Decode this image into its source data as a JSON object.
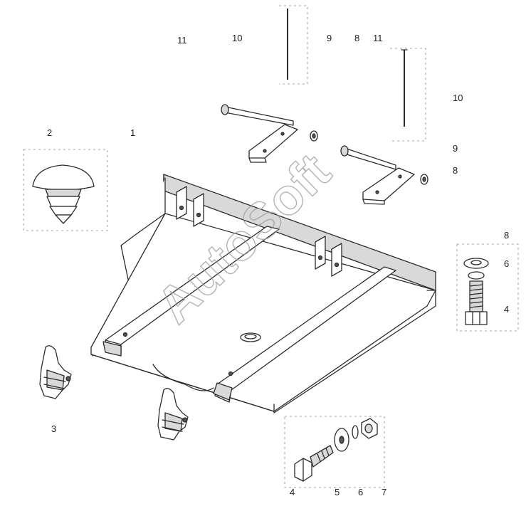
{
  "watermark": "AutoSoft",
  "callouts": {
    "top_11_left": "11",
    "top_10": "10",
    "top_9": "9",
    "top_8": "8",
    "top_11_right": "11",
    "right_10": "10",
    "right_9": "9",
    "right_8": "8",
    "clip_2": "2",
    "tray_1": "1",
    "inset_8": "8",
    "inset_6": "6",
    "inset_4": "4",
    "latch_3": "3",
    "bottom_4": "4",
    "bottom_5": "5",
    "bottom_6": "6",
    "bottom_7": "7"
  }
}
